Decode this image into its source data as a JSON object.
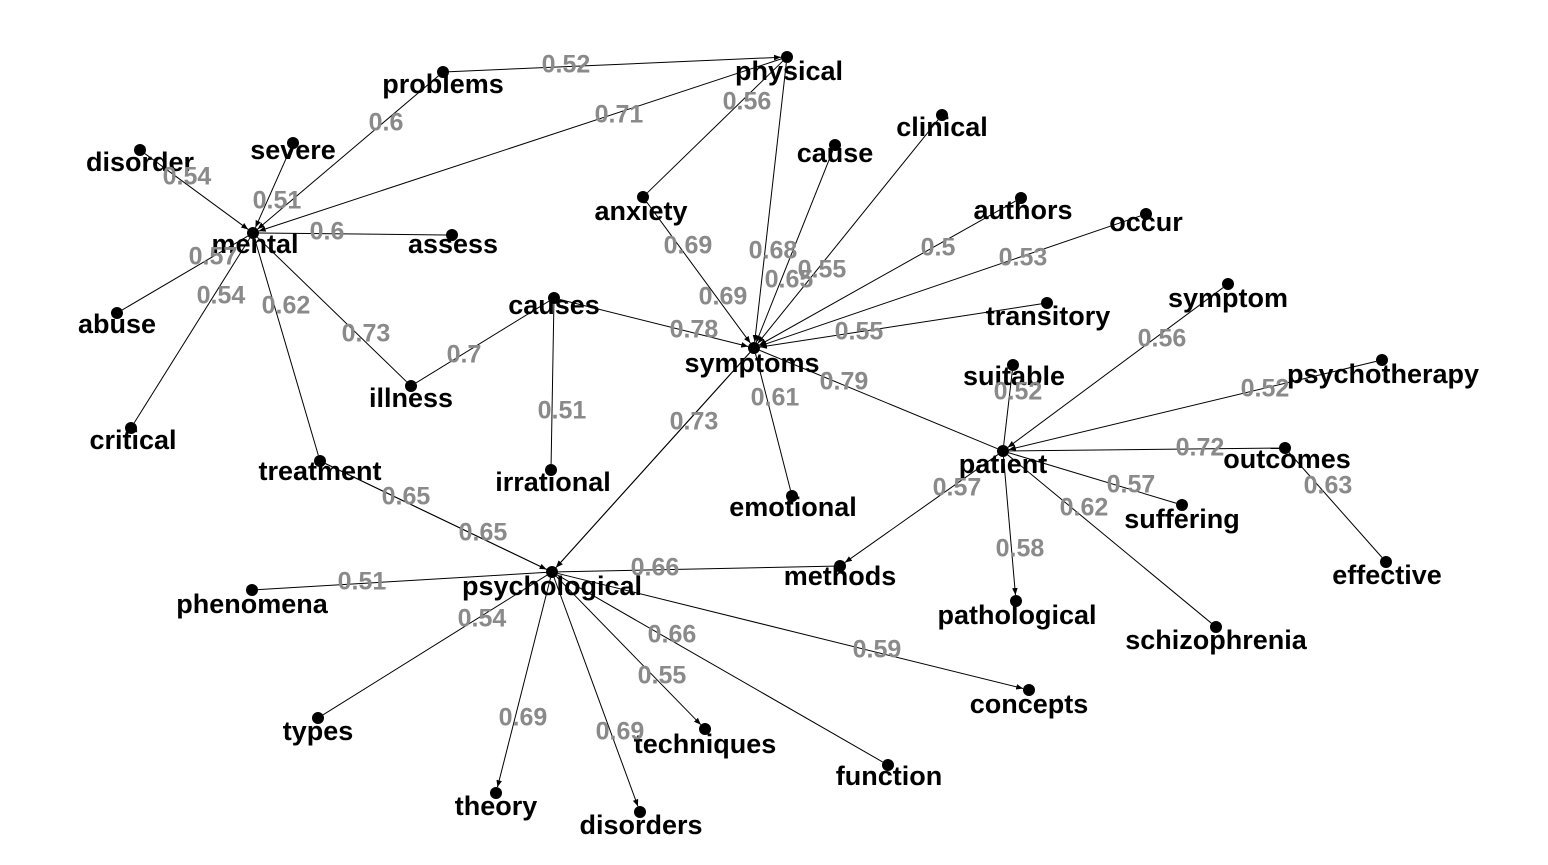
{
  "graph": {
    "node_color": "#000000",
    "edge_color": "#000000",
    "weight_label_color": "#8a8a8a",
    "nodes": [
      {
        "id": "physical",
        "label": "physical"
      },
      {
        "id": "problems",
        "label": "problems"
      },
      {
        "id": "severe",
        "label": "severe"
      },
      {
        "id": "disorder",
        "label": "disorder"
      },
      {
        "id": "mental",
        "label": "mental"
      },
      {
        "id": "assess",
        "label": "assess"
      },
      {
        "id": "abuse",
        "label": "abuse"
      },
      {
        "id": "critical",
        "label": "critical"
      },
      {
        "id": "illness",
        "label": "illness"
      },
      {
        "id": "treatment",
        "label": "treatment"
      },
      {
        "id": "clinical",
        "label": "clinical"
      },
      {
        "id": "cause",
        "label": "cause"
      },
      {
        "id": "anxiety",
        "label": "anxiety"
      },
      {
        "id": "authors",
        "label": "authors"
      },
      {
        "id": "occur",
        "label": "occur"
      },
      {
        "id": "causes",
        "label": "causes"
      },
      {
        "id": "transitory",
        "label": "transitory"
      },
      {
        "id": "symptoms",
        "label": "symptoms"
      },
      {
        "id": "symptom",
        "label": "symptom"
      },
      {
        "id": "suitable",
        "label": "suitable"
      },
      {
        "id": "psychotherapy",
        "label": "psychotherapy"
      },
      {
        "id": "irrational",
        "label": "irrational"
      },
      {
        "id": "emotional",
        "label": "emotional"
      },
      {
        "id": "patient",
        "label": "patient"
      },
      {
        "id": "outcomes",
        "label": "outcomes"
      },
      {
        "id": "suffering",
        "label": "suffering"
      },
      {
        "id": "effective",
        "label": "effective"
      },
      {
        "id": "methods",
        "label": "methods"
      },
      {
        "id": "psychological",
        "label": "psychological"
      },
      {
        "id": "phenomena",
        "label": "phenomena"
      },
      {
        "id": "pathological",
        "label": "pathological"
      },
      {
        "id": "schizophrenia",
        "label": "schizophrenia"
      },
      {
        "id": "types",
        "label": "types"
      },
      {
        "id": "concepts",
        "label": "concepts"
      },
      {
        "id": "techniques",
        "label": "techniques"
      },
      {
        "id": "function",
        "label": "function"
      },
      {
        "id": "theory",
        "label": "theory"
      },
      {
        "id": "disorders",
        "label": "disorders"
      }
    ],
    "edges": [
      {
        "from": "problems",
        "to": "physical",
        "weight": "0.52"
      },
      {
        "from": "physical",
        "to": "mental",
        "weight": "0.71"
      },
      {
        "from": "problems",
        "to": "mental",
        "weight": "0.6"
      },
      {
        "from": "physical",
        "to": "anxiety",
        "weight": "0.56"
      },
      {
        "from": "physical",
        "to": "symptoms",
        "weight": "0.69"
      },
      {
        "from": "disorder",
        "to": "mental",
        "weight": "0.54"
      },
      {
        "from": "severe",
        "to": "mental",
        "weight": "0.51"
      },
      {
        "from": "mental",
        "to": "assess",
        "weight": "0.6"
      },
      {
        "from": "mental",
        "to": "abuse",
        "weight": "0.57"
      },
      {
        "from": "mental",
        "to": "critical",
        "weight": "0.54"
      },
      {
        "from": "mental",
        "to": "treatment",
        "weight": "0.62"
      },
      {
        "from": "mental",
        "to": "illness",
        "weight": "0.73"
      },
      {
        "from": "anxiety",
        "to": "symptoms",
        "weight": "0.69"
      },
      {
        "from": "cause",
        "to": "symptoms",
        "weight": "0.68"
      },
      {
        "from": "clinical",
        "to": "symptoms",
        "weight": "0.65"
      },
      {
        "from": "authors",
        "to": "symptoms",
        "weight": "0.55"
      },
      {
        "from": "occur",
        "to": "symptoms",
        "weight": "0.5"
      },
      {
        "from": "transitory",
        "to": "symptoms",
        "weight": "0.53"
      },
      {
        "from": "causes",
        "to": "symptoms",
        "weight": "0.78"
      },
      {
        "from": "causes",
        "to": "illness",
        "weight": "0.7"
      },
      {
        "from": "causes",
        "to": "irrational",
        "weight": "0.51"
      },
      {
        "from": "symptoms",
        "to": "patient",
        "weight": "0.55"
      },
      {
        "from": "symptoms",
        "to": "emotional",
        "weight": "0.61"
      },
      {
        "from": "symptoms",
        "to": "psychological",
        "weight": "0.79"
      },
      {
        "from": "symptoms",
        "to": "psychological",
        "weight": "0.73"
      },
      {
        "from": "symptom",
        "to": "patient",
        "weight": "0.56"
      },
      {
        "from": "suitable",
        "to": "patient",
        "weight": "0.52"
      },
      {
        "from": "psychotherapy",
        "to": "patient",
        "weight": "0.52"
      },
      {
        "from": "patient",
        "to": "outcomes",
        "weight": "0.72"
      },
      {
        "from": "patient",
        "to": "suffering",
        "weight": "0.57"
      },
      {
        "from": "patient",
        "to": "schizophrenia",
        "weight": "0.62"
      },
      {
        "from": "patient",
        "to": "pathological",
        "weight": "0.58"
      },
      {
        "from": "patient",
        "to": "methods",
        "weight": "0.57"
      },
      {
        "from": "outcomes",
        "to": "effective",
        "weight": "0.63"
      },
      {
        "from": "treatment",
        "to": "psychological",
        "weight": "0.65"
      },
      {
        "from": "treatment",
        "to": "psychological",
        "weight": "0.65"
      },
      {
        "from": "psychological",
        "to": "methods",
        "weight": "0.66"
      },
      {
        "from": "phenomena",
        "to": "psychological",
        "weight": "0.51"
      },
      {
        "from": "psychological",
        "to": "types",
        "weight": "0.54"
      },
      {
        "from": "psychological",
        "to": "concepts",
        "weight": "0.59"
      },
      {
        "from": "psychological",
        "to": "function",
        "weight": "0.66"
      },
      {
        "from": "psychological",
        "to": "techniques",
        "weight": "0.55"
      },
      {
        "from": "psychological",
        "to": "theory",
        "weight": "0.69"
      },
      {
        "from": "psychological",
        "to": "disorders",
        "weight": "0.69"
      }
    ]
  }
}
